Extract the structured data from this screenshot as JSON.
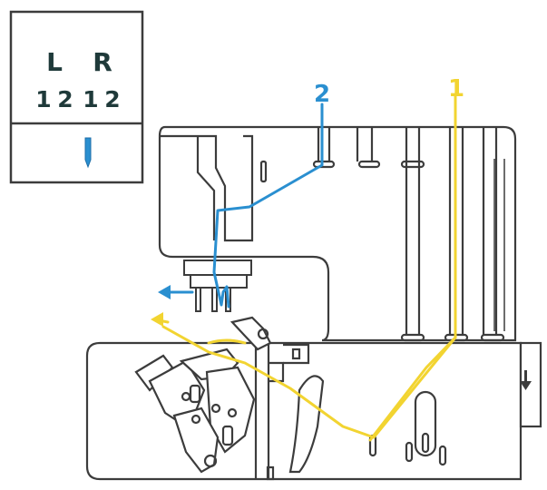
{
  "settings_box": {
    "left_label": "L",
    "right_label": "R",
    "dial_values": [
      "1",
      "2",
      "1",
      "2"
    ]
  },
  "threads": {
    "blue": {
      "number": "2",
      "color": "#2a8fd0"
    },
    "yellow": {
      "number": "1",
      "color": "#f2d431"
    }
  },
  "icons": {
    "needle": "needle-icon",
    "arrow": "arrow-down-icon"
  },
  "colors": {
    "outline": "#3c3c3c",
    "body": "#ffffff"
  }
}
